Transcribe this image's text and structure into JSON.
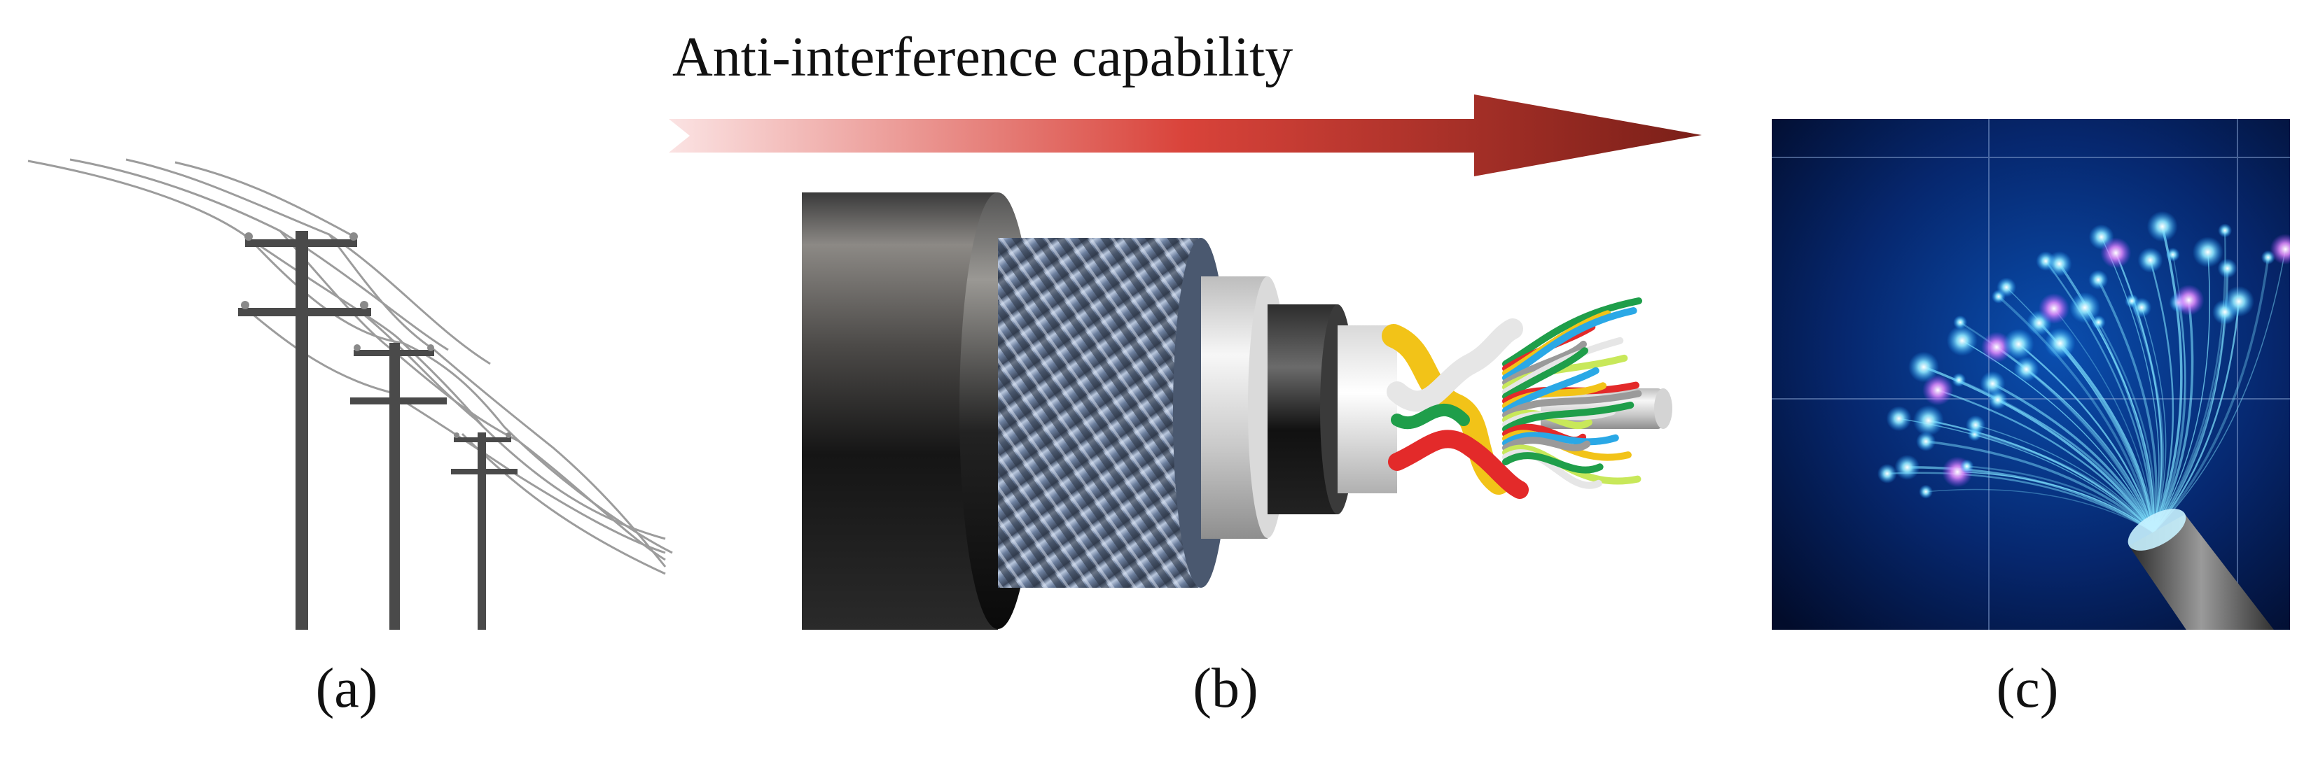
{
  "arrow": {
    "label": "Anti-interference capability",
    "gradient_start": "#fbe3e3",
    "gradient_mid": "#d9433a",
    "gradient_end": "#7a1f18"
  },
  "panels": [
    {
      "id": "a",
      "caption": "(a)",
      "subject": "overhead power lines"
    },
    {
      "id": "b",
      "caption": "(b)",
      "subject": "shielded twisted-pair cable"
    },
    {
      "id": "c",
      "caption": "(c)",
      "subject": "optical fiber bundle"
    }
  ],
  "colors": {
    "pole": "#4a4a4a",
    "jacket_dark": "#1c1c1c",
    "jacket_light": "#8c8985",
    "armor": "#7f93b4",
    "fiber_bg": "#03143a",
    "fiber_glow": "#7fe3ff",
    "fiber_pink": "#e58cff"
  },
  "wire_colors": [
    "#1f9e4a",
    "#e32a2a",
    "#f2c318",
    "#2aa8e6",
    "#9a9a9a",
    "#c8e85a",
    "#e6e6e6"
  ]
}
